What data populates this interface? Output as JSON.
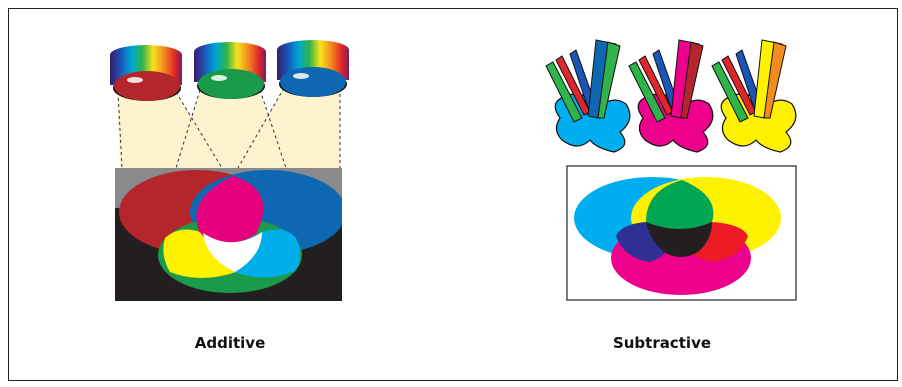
{
  "diagrams": {
    "additive": {
      "caption": "Additive",
      "lights": [
        "red",
        "green",
        "blue"
      ],
      "colors": {
        "red": "#b5262c",
        "green": "#1a9a4a",
        "blue": "#0d68b1",
        "yellow": "#fff200",
        "magenta": "#e6007e",
        "cyan": "#00aee9",
        "white": "#ffffff",
        "background": "#231f20"
      }
    },
    "subtractive": {
      "caption": "Subtractive",
      "inks": [
        "cyan",
        "magenta",
        "yellow"
      ],
      "colors": {
        "cyan": "#00aeef",
        "magenta": "#ec008c",
        "yellow": "#fff200",
        "red": "#ed1c24",
        "green": "#00a651",
        "blue": "#2e3192",
        "black": "#231f20"
      }
    }
  }
}
